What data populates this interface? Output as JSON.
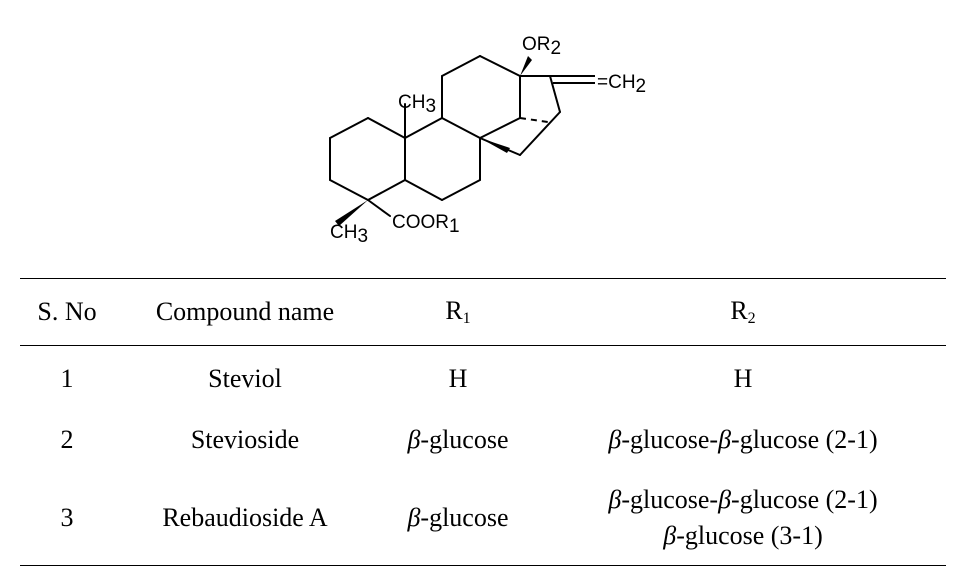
{
  "structure": {
    "labels": {
      "or2": "OR",
      "or2_sub": "2",
      "ch2": "=CH",
      "ch2_sub": "2",
      "ch3_top": "CH",
      "ch3_top_sub": "3",
      "ch3_bottom": "CH",
      "ch3_bottom_sub": "3",
      "coor1": "COOR",
      "coor1_sub": "1"
    }
  },
  "table": {
    "headers": {
      "sno": "S. No",
      "compound": "Compound name",
      "r1": "R",
      "r1_sub": "1",
      "r2": "R",
      "r2_sub": "2"
    },
    "rows": [
      {
        "sno": "1",
        "compound": "Steviol",
        "r1": "H",
        "r2": "H"
      },
      {
        "sno": "2",
        "compound": "Stevioside",
        "r1_greek": "β",
        "r1_rest": "-glucose",
        "r2_a": "β",
        "r2_b": "-glucose-",
        "r2_c": "β",
        "r2_d": "-glucose (2-1)"
      },
      {
        "sno": "3",
        "compound": "Rebaudioside A",
        "r1_greek": "β",
        "r1_rest": "-glucose",
        "r2_l1_a": "β",
        "r2_l1_b": "-glucose-",
        "r2_l1_c": "β",
        "r2_l1_d": "-glucose (2-1)",
        "r2_l2_a": "β",
        "r2_l2_b": "-glucose (3-1)"
      }
    ]
  }
}
